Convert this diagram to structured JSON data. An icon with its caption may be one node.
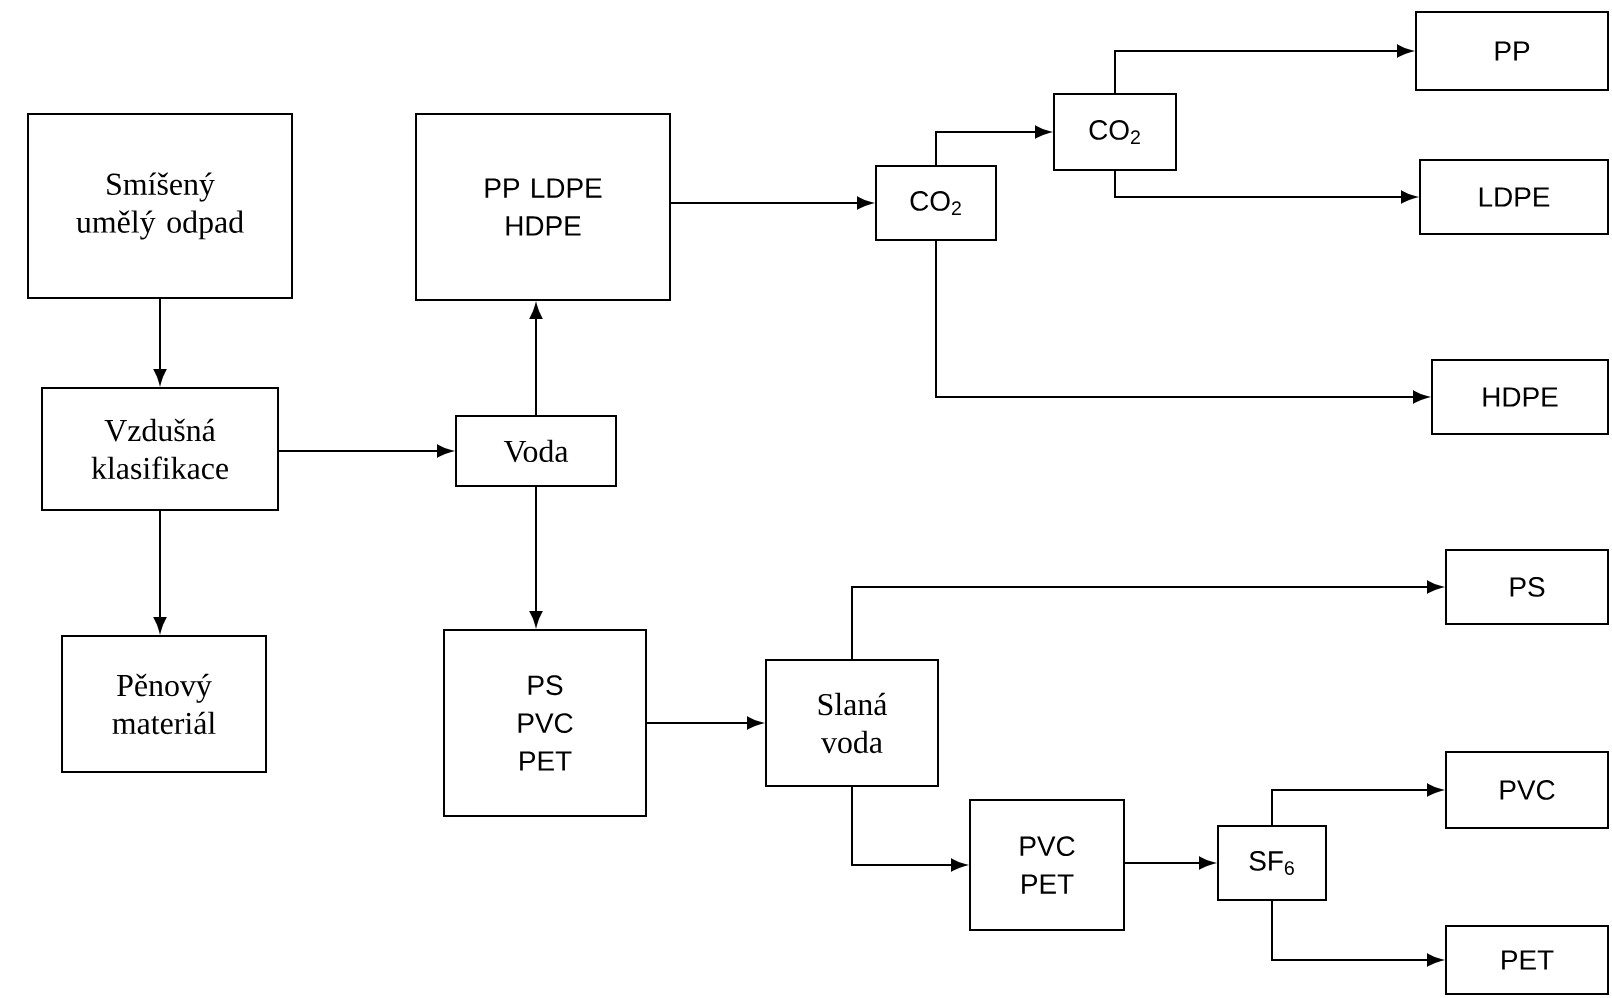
{
  "diagram": {
    "nodes": [
      {
        "text": [
          "Smíšený umělý odpad"
        ]
      },
      {
        "text": [
          "Vzdušná klasifikace"
        ]
      },
      {
        "text": [
          "Pěnový materiál"
        ]
      },
      {
        "text": [
          "PP LDPE HDPE"
        ]
      },
      {
        "text": [
          "Voda"
        ]
      },
      {
        "text": [
          "PS PVC PET"
        ]
      },
      {
        "text": [
          "CO$_{2}$"
        ]
      },
      {
        "text": [
          "CO$_{2}$"
        ]
      },
      {
        "text": [
          "PP"
        ]
      },
      {
        "text": [
          "LDPE"
        ]
      },
      {
        "text": [
          "HDPE"
        ]
      },
      {
        "text": [
          "Slaná voda"
        ]
      },
      {
        "text": [
          "PS"
        ]
      },
      {
        "text": [
          "PVC PET"
        ]
      },
      {
        "text": [
          "SF$_{6}$"
        ]
      },
      {
        "text": [
          "PVC"
        ]
      },
      {
        "text": [
          "PET"
        ]
      }
    ],
    "edges": [
      {
        "from": 0,
        "to": 1,
        "arrow": "to"
      },
      {
        "from": 1,
        "to": 4,
        "arrow": "to"
      },
      {
        "from": 1,
        "to": 2,
        "arrow": "to"
      },
      {
        "from": 4,
        "to": 3,
        "arrow": "to"
      },
      {
        "from": 4,
        "to": 5,
        "arrow": "to"
      },
      {
        "from": 3,
        "to": 6,
        "arrow": "to"
      },
      {
        "from": 6,
        "to": 7,
        "arrow": "to"
      },
      {
        "from": 7,
        "to": 8,
        "arrow": "to"
      },
      {
        "from": 7,
        "to": 9,
        "arrow": "to"
      },
      {
        "from": 6,
        "to": 10,
        "arrow": "to"
      },
      {
        "from": 5,
        "to": 11,
        "arrow": "to"
      },
      {
        "from": 11,
        "to": 12,
        "arrow": "to"
      },
      {
        "from": 11,
        "to": 13,
        "arrow": "to"
      },
      {
        "from": 13,
        "to": 14,
        "arrow": "to"
      },
      {
        "from": 14,
        "to": 15,
        "arrow": "to"
      },
      {
        "from": 14,
        "to": 16,
        "arrow": "to"
      }
    ]
  }
}
